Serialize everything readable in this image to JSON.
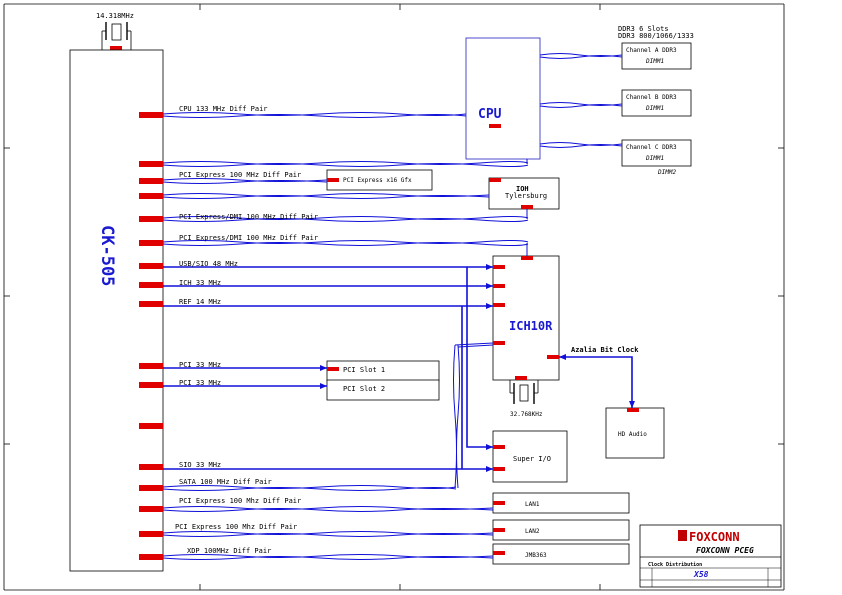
{
  "crystal_top": "14.318MHz",
  "crystal_bottom": "32.768KHz",
  "ddr3": {
    "title": "DDR3 6 Slots",
    "speeds": "DDR3 800/1066/1333"
  },
  "clock_gen": "CK-505",
  "cpu": "CPU",
  "ioh": {
    "name": "IOH",
    "sub": "Tylersburg"
  },
  "ich": "ICH10R",
  "channels": [
    {
      "name": "Channel A DDR3",
      "dimm": "DIMM1"
    },
    {
      "name": "Channel B DDR3",
      "dimm": "DIMM1"
    },
    {
      "name": "Channel C DDR3",
      "dimm": "DIMM1"
    }
  ],
  "dimm2": "DIMM2",
  "signals": {
    "cpu": "CPU 133 MHz Diff Pair",
    "pcie_gfx": "PCI Express 100 MHz Diff Pair",
    "dmi1": "PCI Express/DMI 100 MHz Diff Pair",
    "dmi2": "PCI Express/DMI 100 MHz Diff Pair",
    "usb": "USB/SIO 48 MHz",
    "ich33": "ICH 33 MHz",
    "ref14": "REF 14 MHz",
    "pci1": "PCI 33 MHz",
    "pci2": "PCI 33 MHz",
    "sio": "SIO 33 MHz",
    "sata": "SATA 100 MHz Diff Pair",
    "lan1": "PCI Express 100 Mhz Diff Pair",
    "lan2": "PCI Express 100 Mhz Diff Pair",
    "xdp": "XDP 100MHz Diff Pair",
    "azalia": "Azalia Bit Clock"
  },
  "blocks": {
    "gfx": "PCI Express x16 Gfx",
    "pci_slot1": "PCI Slot 1",
    "pci_slot2": "PCI Slot 2",
    "hd_audio": "HD Audio",
    "super_io": "Super I/O",
    "lan1": "LAN1",
    "lan2": "LAN2",
    "jmb": "JMB363"
  },
  "title_block": {
    "company": "FOXCONN PCEG",
    "logo": "FOXCONN",
    "sheet_title": "Clock Distribution",
    "model": "X58"
  }
}
